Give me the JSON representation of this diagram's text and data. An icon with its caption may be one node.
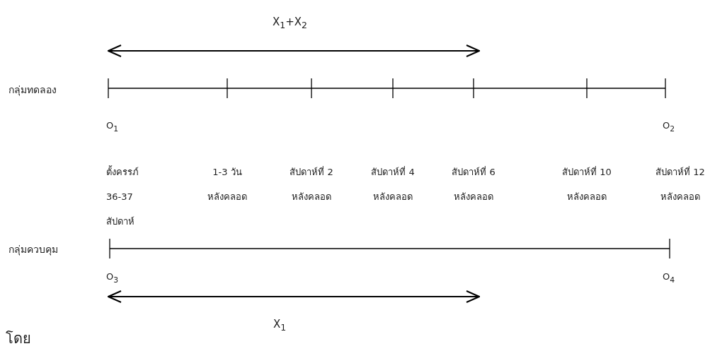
{
  "diagram": {
    "labels": [
      "X$_{1}$+X$_{2}$",
      "กลุ่มทดลอง",
      "O$_{1}$",
      "O$_{2}$",
      "ตั้งครรภ์ 36-37 สัปดาห์",
      "1-3 วัน หลังคลอด",
      "สัปดาห์ที่ 2 หลังคลอด",
      "สัปดาห์ที่ 4 หลังคลอด",
      "สัปดาห์ที่ 6 หลังคลอด",
      "สัปดาห์ที่ 10 หลังคลอด",
      "สัปดาห์ที่ 12 หลังคลอด",
      "กลุ่มควบคุม",
      "O$_{3}$",
      "O$_{4}$",
      "X$_{1}$",
      "โดย"
    ]
  }
}
